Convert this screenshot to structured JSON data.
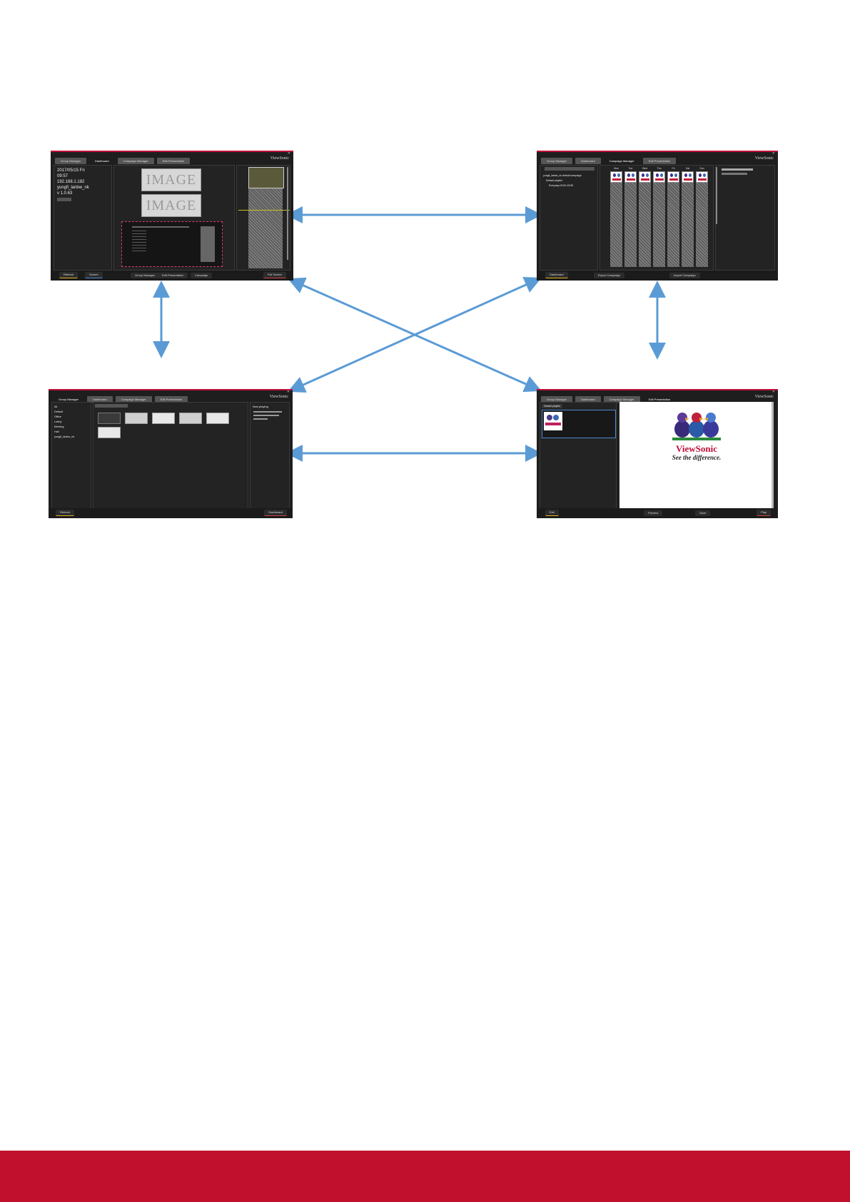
{
  "brand": {
    "logo_text": "ViewSonic",
    "tagline": "See the difference."
  },
  "colors": {
    "accent_red": "#c0102e",
    "arrow_blue": "#5b9bd5",
    "window_dark": "#1e1e1e"
  },
  "dashboard": {
    "tabs": [
      "Group Manager",
      "Dashboard",
      "Campaign Manager",
      "Edit Presentation"
    ],
    "info_lines": [
      "2017/05/15 Fri",
      "09:57",
      "192.168.1.182",
      "yungfi_lanbw_nk",
      "v 1.0.63"
    ],
    "image_label": "IMAGE",
    "footer_buttons": [
      "Refresh",
      "Screen",
      "Group Manager",
      "Edit Presentation",
      "Campaign",
      "Full Screen"
    ]
  },
  "campaign": {
    "tabs": [
      "Group Manager",
      "Dashboard",
      "Campaign Manager",
      "Edit Presentation"
    ],
    "tree_items": [
      "yungfi_lanbw_nk default campaign",
      "Default playlist",
      "Everyday 00:00-23:59"
    ],
    "day_headers": [
      "Mon",
      "Tue",
      "Wed",
      "Thu",
      "Fri",
      "Sat",
      "Sun"
    ],
    "footer_buttons": [
      "Dashboard",
      "Export Campaign",
      "Import Campaign"
    ]
  },
  "group": {
    "tabs": [
      "Group Manager",
      "Dashboard",
      "Campaign Manager",
      "Edit Presentation"
    ],
    "groups": [
      "All",
      "Default",
      "Office",
      "Lobby",
      "Meeting",
      "Hall",
      "yungfi_lanbw_nk"
    ],
    "right_title": "Now playing",
    "footer_buttons": [
      "Refresh",
      "Dashboard"
    ]
  },
  "presentation": {
    "tabs": [
      "Group Manager",
      "Dashboard",
      "Campaign Manager",
      "Edit Presentation"
    ],
    "dropdown_label": "Default playlist",
    "footer_buttons": [
      "Exit",
      "Preview",
      "Save",
      "Play"
    ]
  }
}
